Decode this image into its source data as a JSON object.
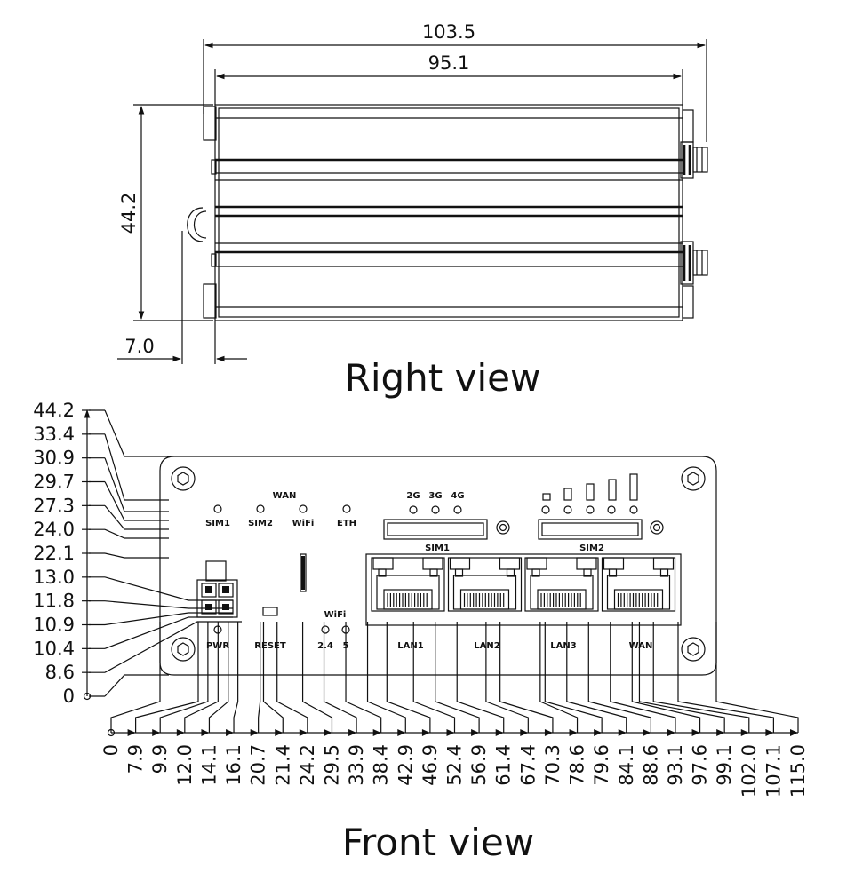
{
  "right_view": {
    "title": "Right view",
    "dim_overall_width": "103.5",
    "dim_body_width": "95.1",
    "dim_height": "44.2",
    "dim_offset": "7.0"
  },
  "front_view": {
    "title": "Front view",
    "left_ticks": [
      "44.2",
      "33.4",
      "30.9",
      "29.7",
      "27.3",
      "24.0",
      "22.1",
      "13.0",
      "11.8",
      "10.9",
      "10.4",
      "8.6",
      "0"
    ],
    "bottom_ticks": [
      "0",
      "7.9",
      "9.9",
      "12.0",
      "14.1",
      "16.1",
      "20.7",
      "21.4",
      "24.2",
      "29.5",
      "33.9",
      "38.4",
      "42.9",
      "46.9",
      "52.4",
      "56.9",
      "61.4",
      "67.4",
      "70.3",
      "78.6",
      "79.6",
      "84.1",
      "88.6",
      "93.1",
      "97.6",
      "99.1",
      "102.0",
      "107.1",
      "115.0"
    ],
    "labels": {
      "wan_top": "WAN",
      "sim1_led": "SIM1",
      "sim2_led": "SIM2",
      "wifi_led": "WiFi",
      "eth_led": "ETH",
      "g2": "2G",
      "g3": "3G",
      "g4": "4G",
      "sim1_slot": "SIM1",
      "sim2_slot": "SIM2",
      "wifi_bands": "WiFi",
      "band_24": "2.4",
      "band_5": "5",
      "pwr": "PWR",
      "reset": "RESET",
      "lan1": "LAN1",
      "lan2": "LAN2",
      "lan3": "LAN3",
      "wan_port": "WAN"
    }
  }
}
